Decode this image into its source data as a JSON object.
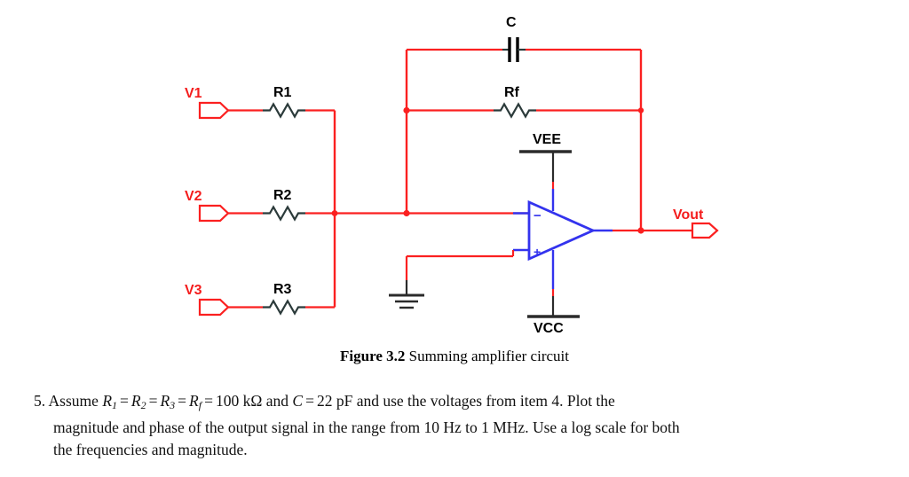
{
  "figure": {
    "caption_number": "Figure 3.2",
    "caption_text": "Summing amplifier circuit"
  },
  "circuit": {
    "title": "Summing amplifier circuit",
    "colors": {
      "wire": "#fb2020",
      "component": "#2b3a3a",
      "opamp": "#3333ee",
      "label_red": "#f41d1d",
      "label_black": "#000000"
    },
    "input_ports": [
      {
        "name": "V1",
        "label": "V1"
      },
      {
        "name": "V2",
        "label": "V2"
      },
      {
        "name": "V3",
        "label": "V3"
      }
    ],
    "output_port": {
      "name": "Vout",
      "label": "Vout"
    },
    "resistors": [
      {
        "name": "R1",
        "label": "R1"
      },
      {
        "name": "R2",
        "label": "R2"
      },
      {
        "name": "R3",
        "label": "R3"
      },
      {
        "name": "Rf",
        "label": "Rf"
      }
    ],
    "capacitor": {
      "name": "C",
      "label": "C"
    },
    "supplies": [
      {
        "name": "VEE",
        "label": "VEE"
      },
      {
        "name": "VCC",
        "label": "VCC"
      }
    ],
    "opamp": {
      "inverting_label": "−",
      "noninverting_label": "+"
    },
    "ground": {
      "label": ""
    }
  },
  "problem": {
    "number": "5.",
    "line1_a": "Assume",
    "r1": "R",
    "r1sub": "1",
    "eq1": "=",
    "r2": "R",
    "r2sub": "2",
    "eq2": "=",
    "r3": "R",
    "r3sub": "3",
    "eq3": "=",
    "rf": "R",
    "rfsub": "f",
    "eq4": "=",
    "rvalue": "100 kΩ",
    "and1": "and",
    "cvar": "C",
    "eq5": "=",
    "cvalue": "22 pF",
    "line1_b": "and use the voltages from item 4. Plot the",
    "line2": "magnitude and phase of the output signal in the range from 10 Hz to 1 MHz. Use a log scale for both",
    "line3": "the frequencies and magnitude."
  }
}
